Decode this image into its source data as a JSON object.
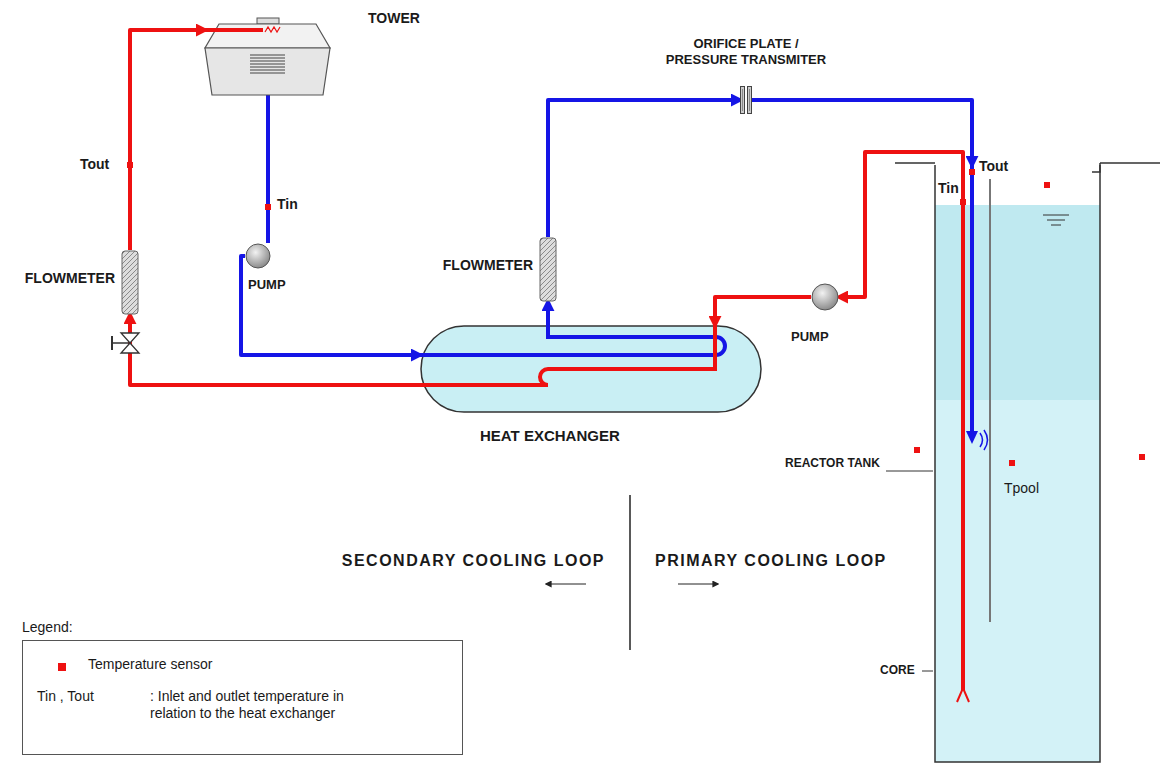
{
  "diagram": {
    "nodes": [
      {
        "text": [
          "TOWER"
        ]
      },
      {
        "text": [
          "FLOWMETER"
        ]
      },
      {
        "text": [
          "PUMP"
        ]
      },
      {
        "text": [
          "HEAT EXCHANGER"
        ]
      },
      {
        "text": [
          "FLOWMETER"
        ]
      },
      {
        "text": [
          "ORIFICE PLATE / PRESSURE TRANSMITER"
        ]
      },
      {
        "text": [
          "PUMP"
        ]
      },
      {
        "text": [
          "REACTOR TANK"
        ]
      },
      {
        "text": [
          "CORE"
        ],
        "in": 7
      }
    ],
    "edges": [
      {
        "from": 0,
        "to": 2,
        "arrow": "none"
      },
      {
        "from": 2,
        "to": 3,
        "arrow": "to"
      },
      {
        "from": 3,
        "to": 1,
        "arrow": "to"
      },
      {
        "from": 1,
        "to": 0,
        "arrow": "to"
      },
      {
        "from": 3,
        "to": 4,
        "arrow": "to"
      },
      {
        "from": 4,
        "to": 5,
        "arrow": "to"
      },
      {
        "from": 5,
        "to": 7,
        "arrow": "to"
      },
      {
        "from": 7,
        "to": 6,
        "arrow": "to"
      },
      {
        "from": 6,
        "to": 3,
        "arrow": "to"
      }
    ],
    "labels": [
      "Tout",
      "Tin",
      "Tout",
      "Tin",
      "Tpool",
      "SECONDARY COOLING LOOP",
      "PRIMARY COOLING LOOP",
      "Legend:",
      "Tin , Tout",
      ": Inlet and outlet temperature in relation to the heat exchanger"
    ],
    "legend": [
      {
        "text": "Temperature sensor",
        "color": "#ee1111"
      }
    ]
  }
}
